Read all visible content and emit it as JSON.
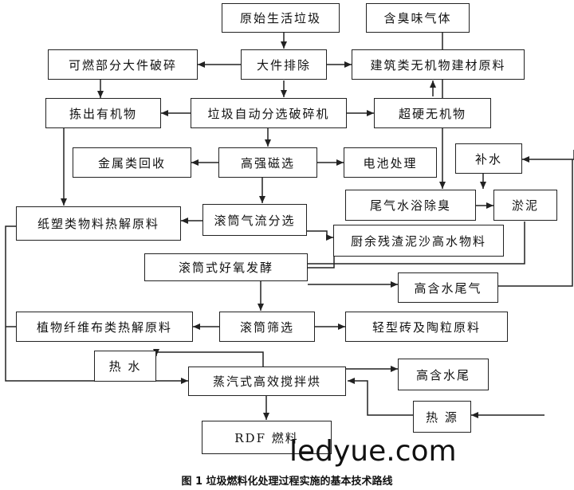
{
  "boxes": {
    "raw_waste": "原始生活垃圾",
    "odor_gas": "含臭味气体",
    "combustible_bulky_crush": "可燃部分大件破碎",
    "bulky_removal": "大件排除",
    "building_inorganic": "建筑类无机物建材原料",
    "pick_organic": "拣出有机物",
    "auto_sort_crusher": "垃圾自动分选破碎机",
    "hard_inorganic": "超硬无机物",
    "metal_recovery": "金属类回收",
    "magnetic_sep": "高强磁选",
    "battery": "电池处理",
    "water_supply": "补水",
    "exhaust_deodor": "尾气水浴除臭",
    "sludge": "淤泥",
    "paper_plastic": "纸塑类物料热解原料",
    "drum_air_sort": "滚筒气流分选",
    "kitchen_residue": "厨余残渣泥沙高水物料",
    "drum_ferment": "滚筒式好氧发酵",
    "high_water_exhaust": "高含水尾气",
    "plant_fiber": "植物纤维布类热解原料",
    "drum_screen": "滚筒筛选",
    "brick": "轻型砖及陶粒原料",
    "hot_water": "热 水",
    "steam_dryer": "蒸汽式高效搅拌烘",
    "high_water_tail": "高含水尾",
    "heat_source": "热 源",
    "rdf": "RDF 燃料"
  },
  "watermark": "ledyue.com",
  "caption": "图 1 垃圾燃料化处理过程实施的基本技术路线"
}
